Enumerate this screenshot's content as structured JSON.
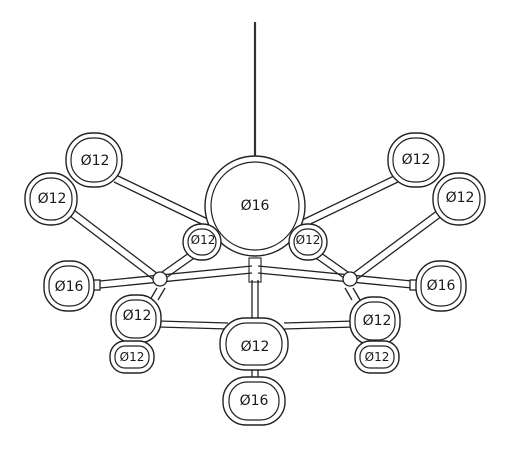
{
  "labels": {
    "center_large": "Ø16",
    "top_left_upper": "Ø12",
    "top_left_lower": "Ø12",
    "top_right_upper": "Ø12",
    "top_right_lower": "Ø12",
    "inner_left": "Ø12",
    "inner_right": "Ø12",
    "mid_left": "Ø16",
    "mid_right": "Ø16",
    "low_left": "Ø12",
    "low_right": "Ø12",
    "small_left": "Ø12",
    "small_right": "Ø12",
    "center_low": "Ø12",
    "bottom": "Ø16"
  },
  "colors": {
    "line": "#222222",
    "background": "#ffffff"
  }
}
